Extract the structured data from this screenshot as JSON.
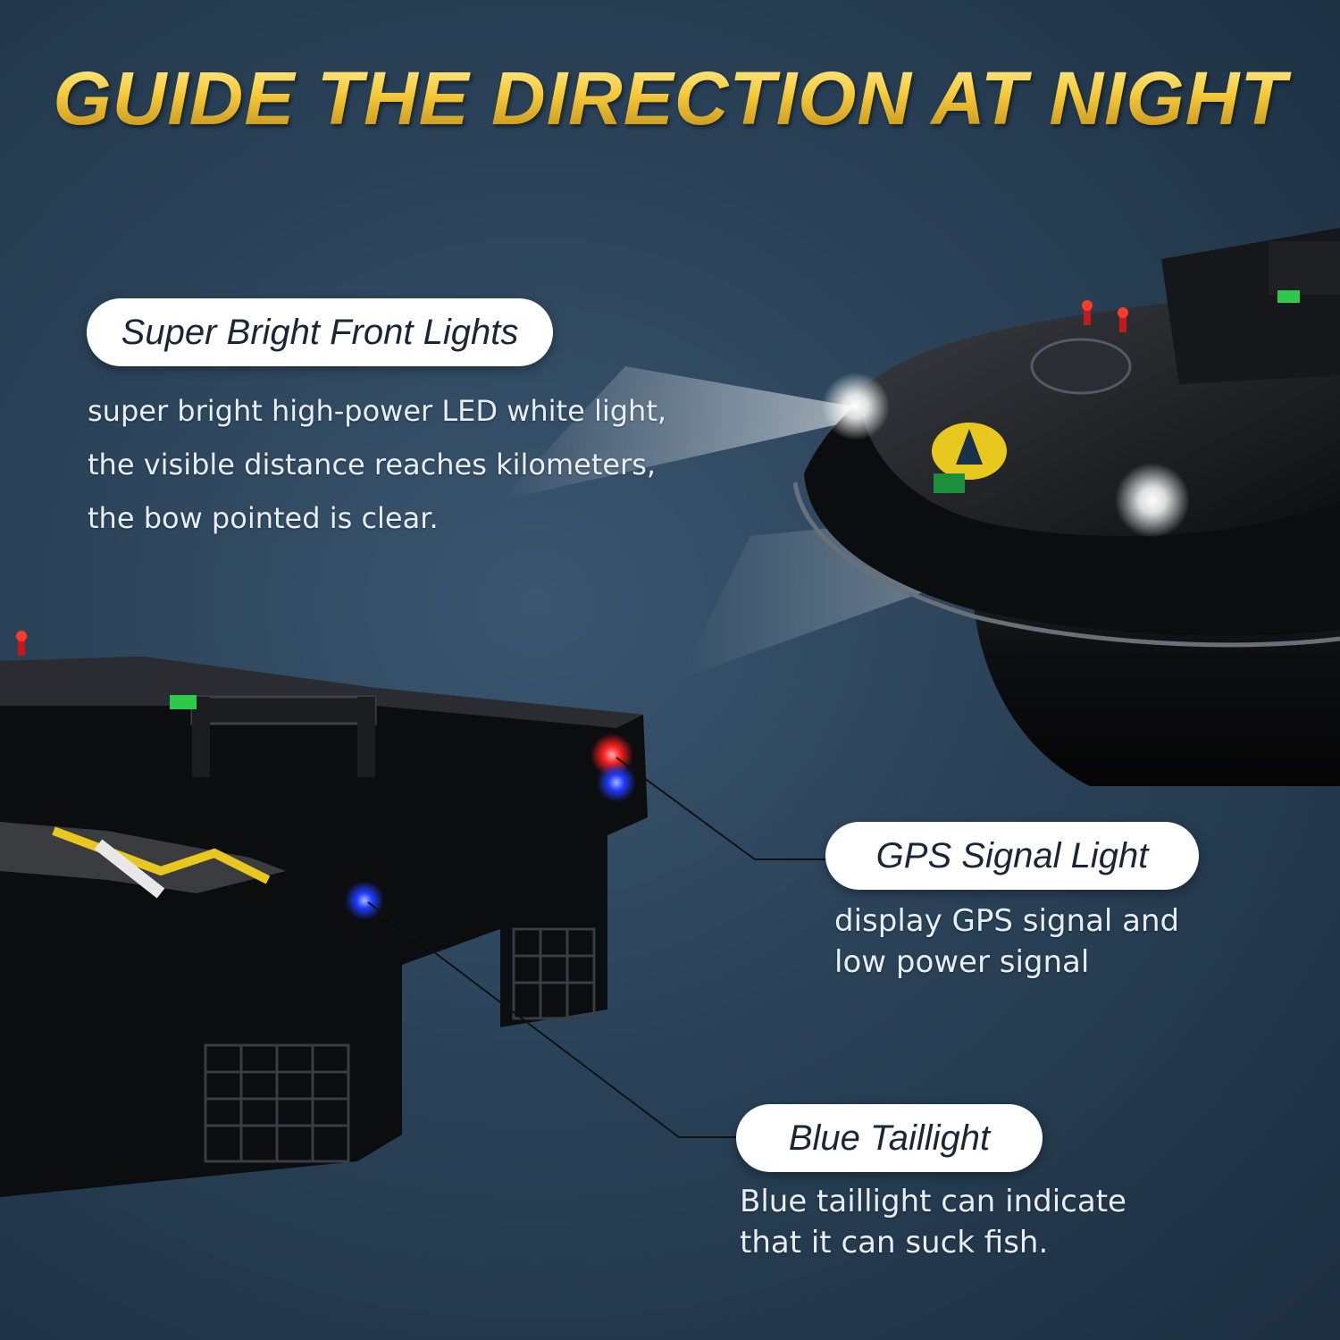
{
  "headline": "GUIDE THE DIRECTION AT NIGHT",
  "front_lights": {
    "title": "Super Bright Front Lights",
    "lines": [
      "super bright high-power LED white light,",
      "the visible distance reaches kilometers,",
      "the bow pointed is clear."
    ]
  },
  "gps_light": {
    "title": "GPS Signal Light",
    "lines": [
      "display GPS signal and",
      "low power signal"
    ]
  },
  "blue_taillight": {
    "title": "Blue Taillight",
    "lines": [
      "Blue taillight can indicate",
      "that it can suck fish."
    ]
  },
  "colors": {
    "headline_gold": "#f2c230",
    "background": "#2a4258",
    "led_white": "#ffffff",
    "led_red": "#ff2a2a",
    "led_blue": "#2a4cff",
    "hull": "#0c0c0e",
    "logo_yellow": "#e8c81e"
  }
}
